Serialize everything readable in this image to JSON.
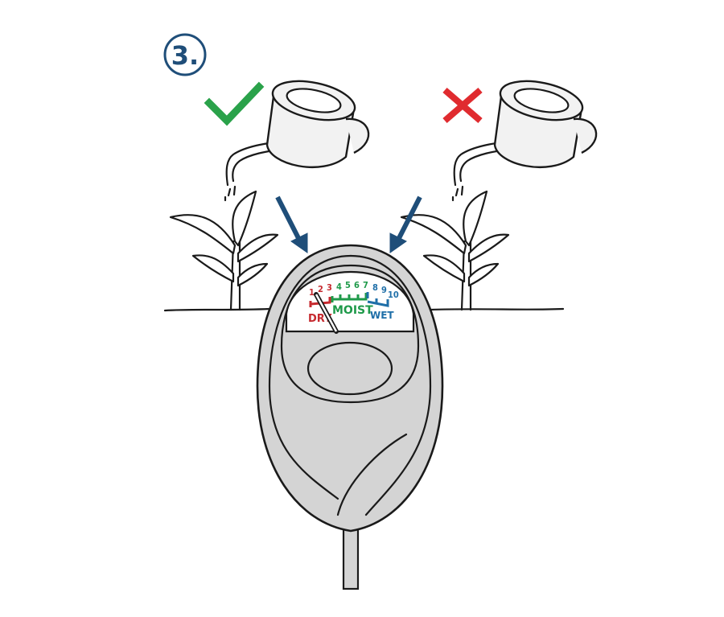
{
  "step": {
    "label": "3."
  },
  "correct_icon": "check-icon",
  "wrong_icon": "x-icon",
  "meter": {
    "scale": [
      "1",
      "2",
      "3",
      "4",
      "5",
      "6",
      "7",
      "8",
      "9",
      "10"
    ],
    "dry_label": "DRY",
    "moist_label": "MOIST",
    "wet_label": "WET",
    "needle_value": 2
  },
  "colors": {
    "navy": "#1f4e79",
    "check_green": "#2aa24a",
    "x_red": "#e02b2f",
    "dry_red": "#c62a2f",
    "moist_green": "#1f9a4a",
    "wet_blue": "#1f6fa8",
    "meter_gray": "#d4d4d4"
  }
}
